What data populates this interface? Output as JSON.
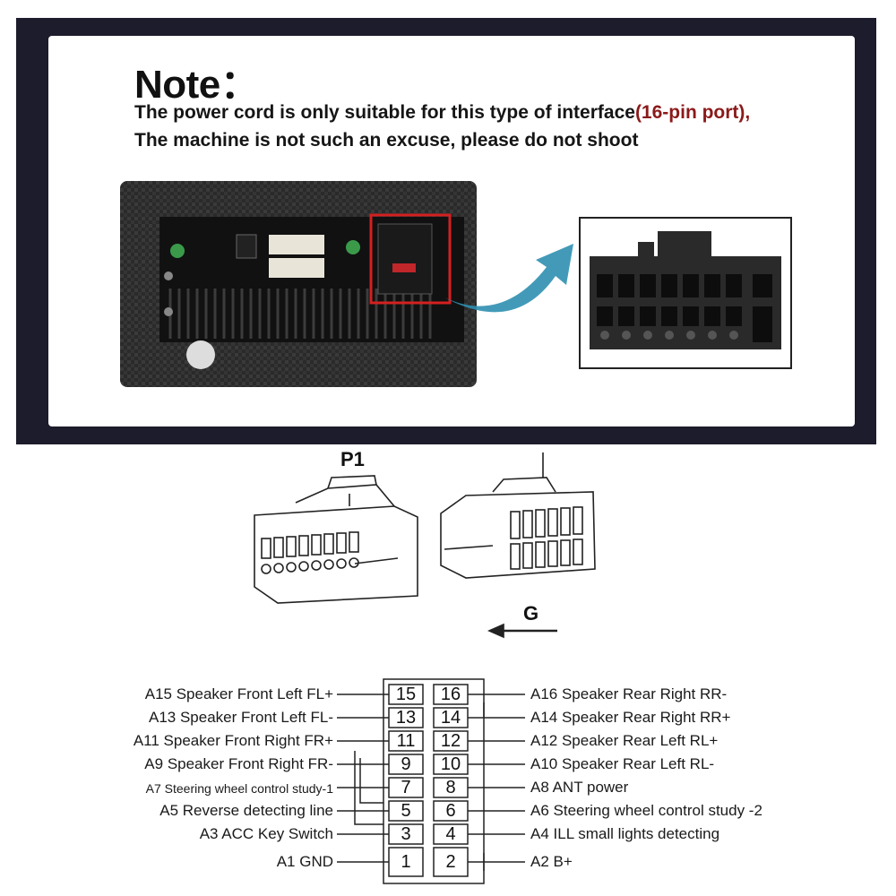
{
  "note": {
    "title": "Note：",
    "line1_main": "The power cord is only suitable for this type of interface",
    "line1_highlight": "(16-pin port),",
    "line2": "The machine is not such an excuse, please do not shoot"
  },
  "diagram": {
    "p1_label": "P1",
    "g_label": "G"
  },
  "pins": {
    "left": [
      {
        "num": "15",
        "label": "A15  Speaker Front Left FL+"
      },
      {
        "num": "13",
        "label": "A13  Speaker Front Left FL-"
      },
      {
        "num": "11",
        "label": "A11  Speaker Front Right FR+"
      },
      {
        "num": "9",
        "label": "A9   Speaker Front Right FR-"
      },
      {
        "num": "7",
        "label": "A7   Steering wheel control study-1"
      },
      {
        "num": "5",
        "label": "A5   Reverse detecting line"
      },
      {
        "num": "3",
        "label": "A3 ACC Key Switch"
      },
      {
        "num": "1",
        "label": "A1 GND"
      }
    ],
    "right": [
      {
        "num": "16",
        "label": "A16 Speaker Rear Right RR-"
      },
      {
        "num": "14",
        "label": "A14 Speaker Rear Right RR+"
      },
      {
        "num": "12",
        "label": "A12 Speaker Rear Left RL+"
      },
      {
        "num": "10",
        "label": "A10 Speaker Rear Left RL-"
      },
      {
        "num": "8",
        "label": "A8   ANT power"
      },
      {
        "num": "6",
        "label": "A6   Steering wheel control study -2"
      },
      {
        "num": "4",
        "label": "A4   ILL small lights detecting"
      },
      {
        "num": "2",
        "label": "A2   B+"
      }
    ]
  },
  "colors": {
    "frame": "#1c1c2c",
    "highlight_red": "#8b1a1a",
    "callout_red": "#d42020",
    "arrow_blue": "#2f8fb0"
  }
}
